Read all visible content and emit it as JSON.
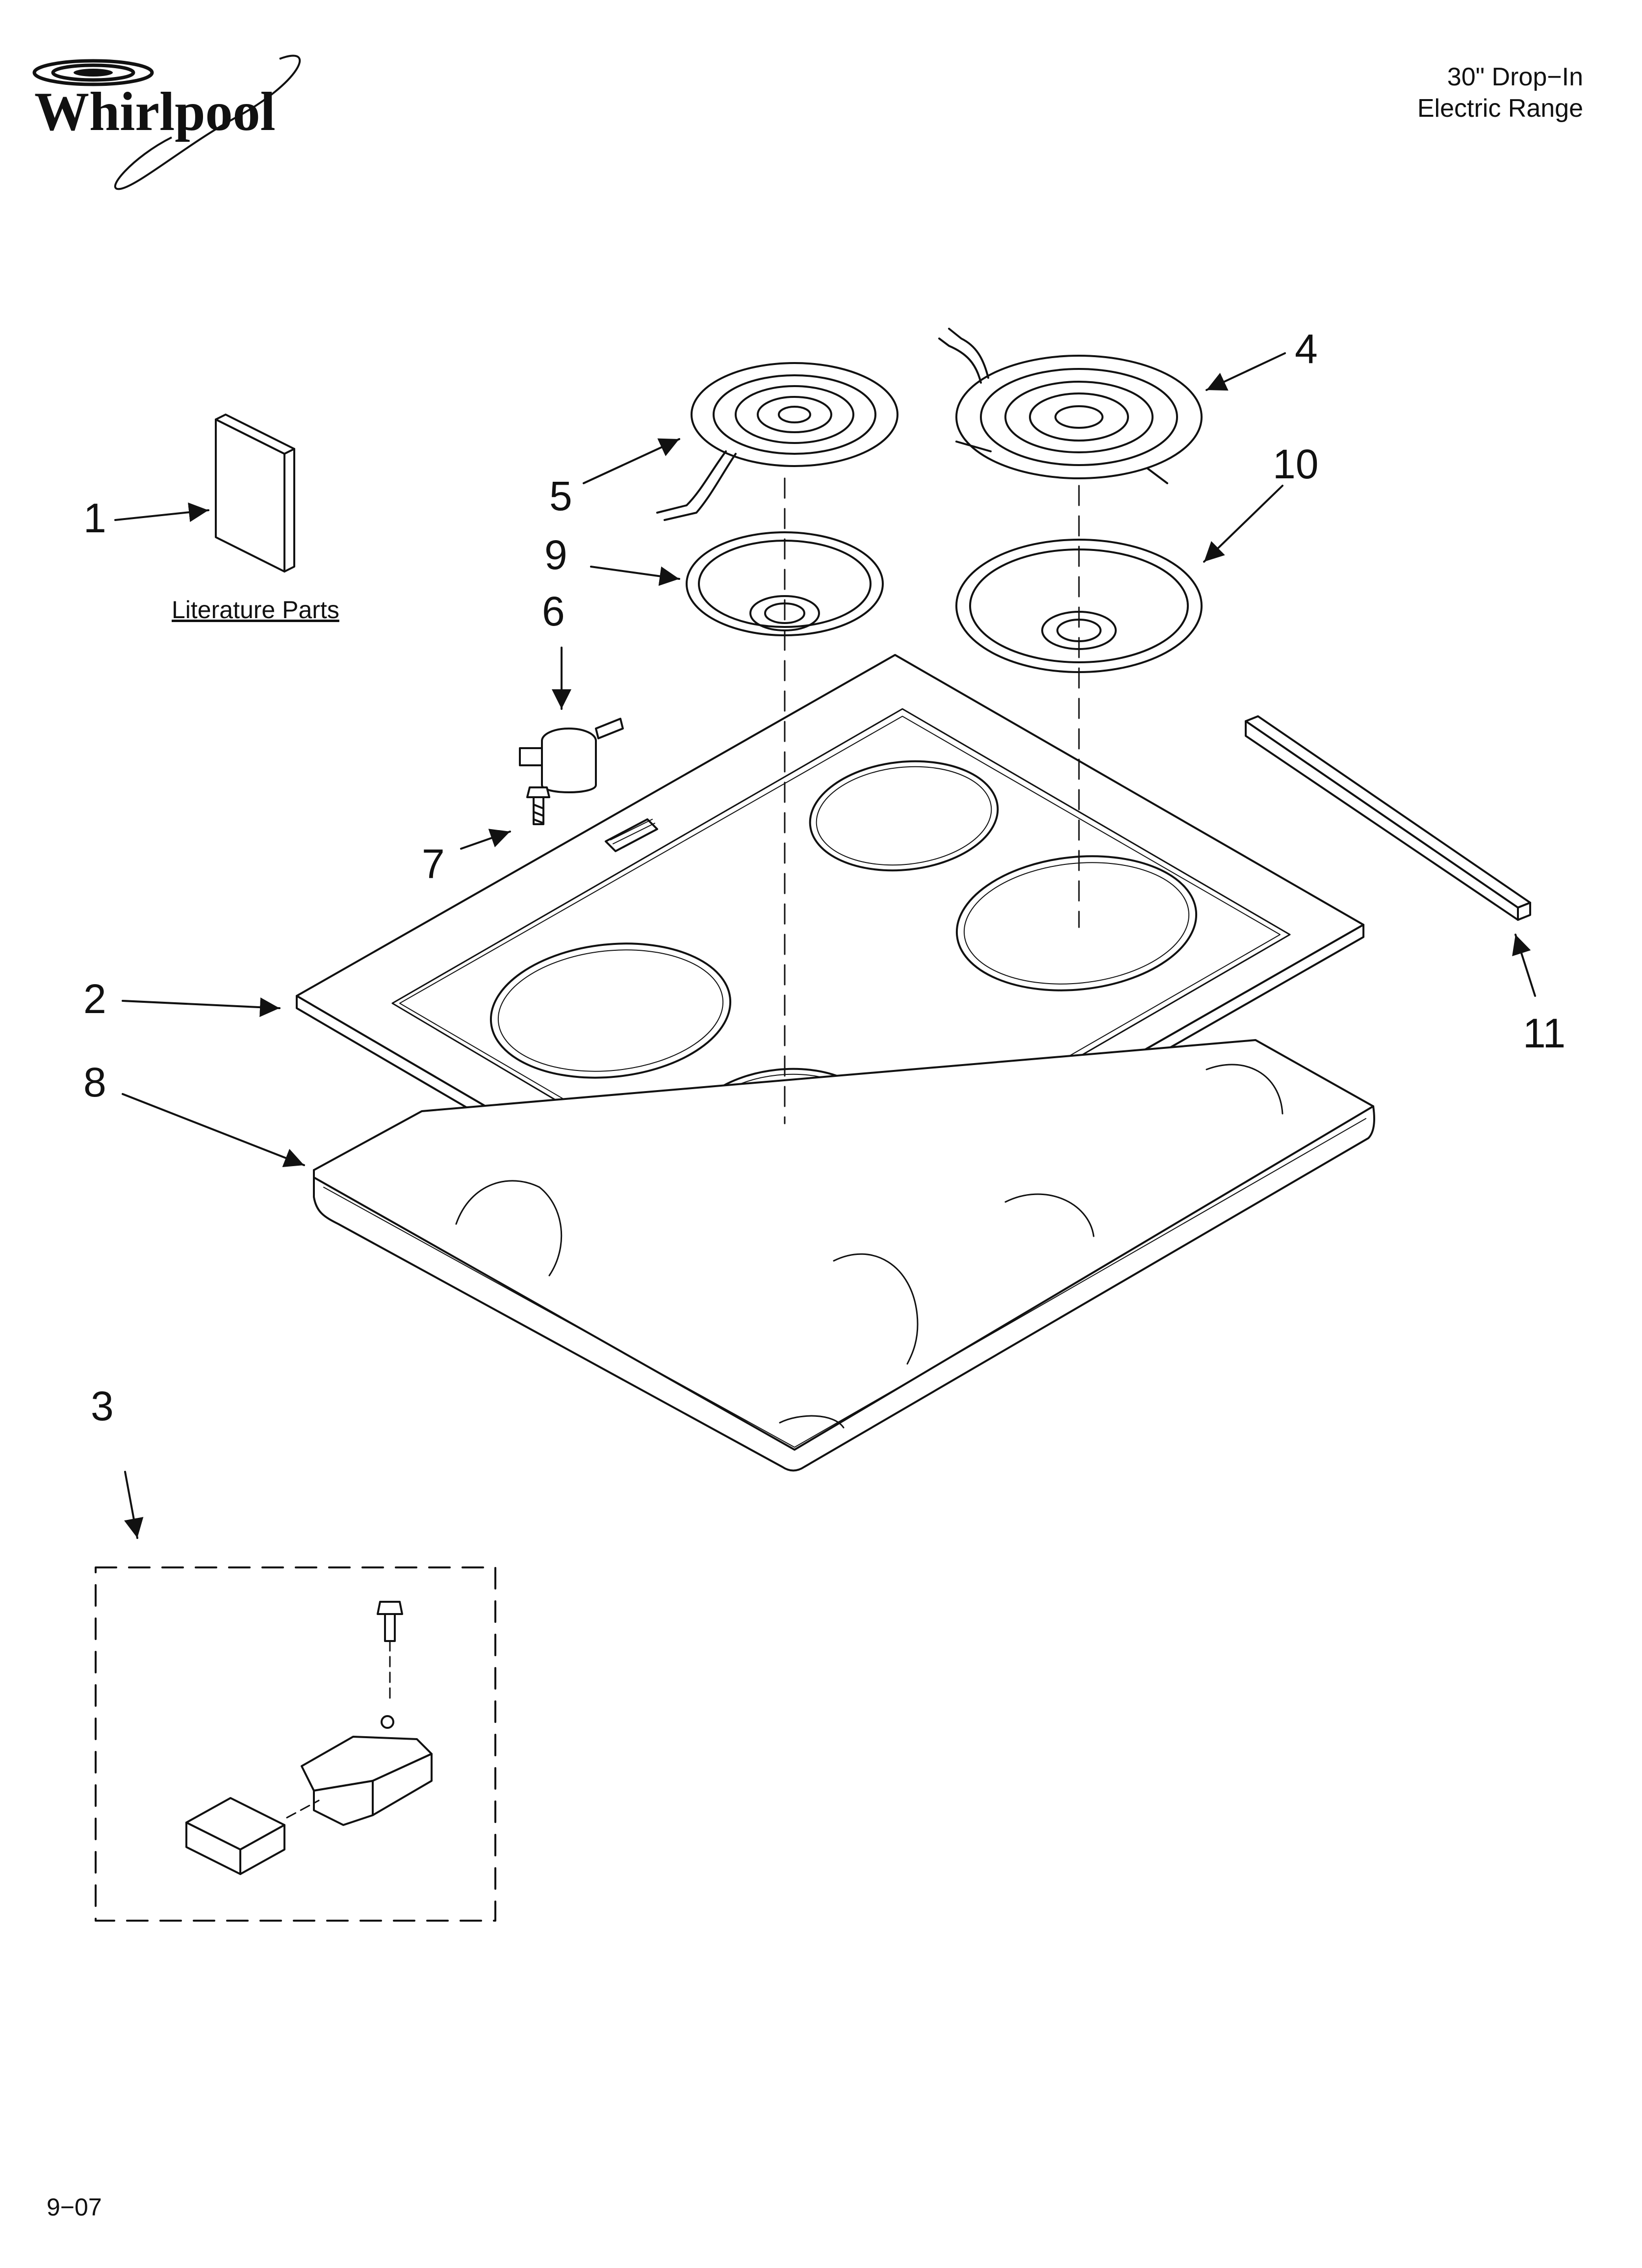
{
  "brand": {
    "name": "Whirlpool"
  },
  "header": {
    "model_line1": "30\" Drop−In",
    "model_line2": "Electric Range"
  },
  "literature": {
    "caption": "Literature Parts"
  },
  "callouts": [
    "1",
    "2",
    "3",
    "4",
    "5",
    "6",
    "7",
    "8",
    "9",
    "10",
    "11"
  ],
  "footer": {
    "date_code": "9−07"
  },
  "colors": {
    "ink": "#111111",
    "background": "#ffffff"
  }
}
